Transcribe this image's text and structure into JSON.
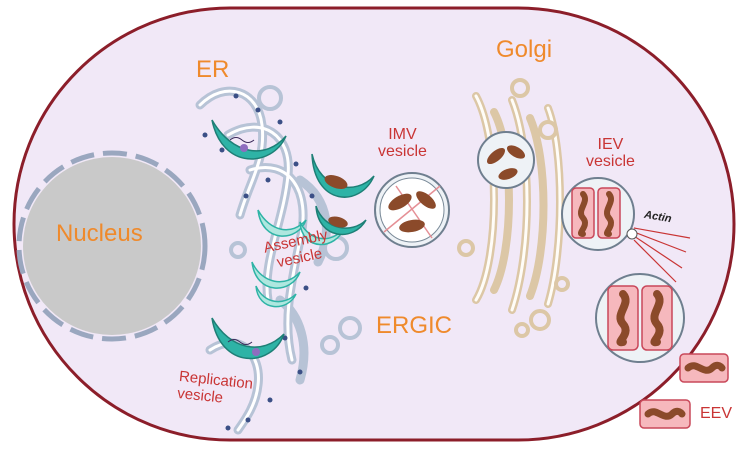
{
  "labels": {
    "nucleus": "Nucleus",
    "er": "ER",
    "golgi": "Golgi",
    "ergic": "ERGIC",
    "imv_line1": "IMV",
    "imv_line2": "vesicle",
    "iev_line1": "IEV",
    "iev_line2": "vesicle",
    "assembly_line1": "Assembly",
    "assembly_line2": "vesicle",
    "replication_line1": "Replication",
    "replication_line2": "vesicle",
    "actin": "Actin",
    "eev": "EEV"
  },
  "colors": {
    "cytoplasm": "#f1e8f7",
    "membrane": "#8c1e2a",
    "nucleus": "#c9c9c9",
    "nucleus_envelope": "#9aa7bf",
    "er": "#b7c3d6",
    "golgi": "#dcc7a6",
    "crescent": "#2eb3a6",
    "core": "#8b4a2a",
    "envelope": "#e58f95",
    "label_orange": "#ef8a2c",
    "label_red": "#c93535"
  }
}
